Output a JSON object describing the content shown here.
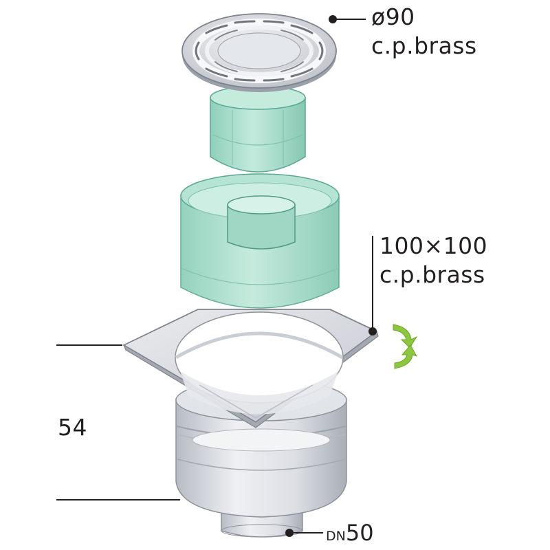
{
  "labels": {
    "grate_size": "ø90",
    "grate_material": "c.p.brass",
    "frame_size": "100×100",
    "frame_material": "c.p.brass",
    "height": "54",
    "outlet_prefix": "DN",
    "outlet_size": "50"
  },
  "colors": {
    "steel_light": "#eceef1",
    "steel_mid": "#c9cdd4",
    "steel_dark": "#8e939c",
    "green_fill": "#a6dccb",
    "green_edge": "#5aa792",
    "arrow_green": "#8dc63f",
    "ink": "#231f20"
  },
  "icons": [
    "rotate-arrows-icon"
  ]
}
